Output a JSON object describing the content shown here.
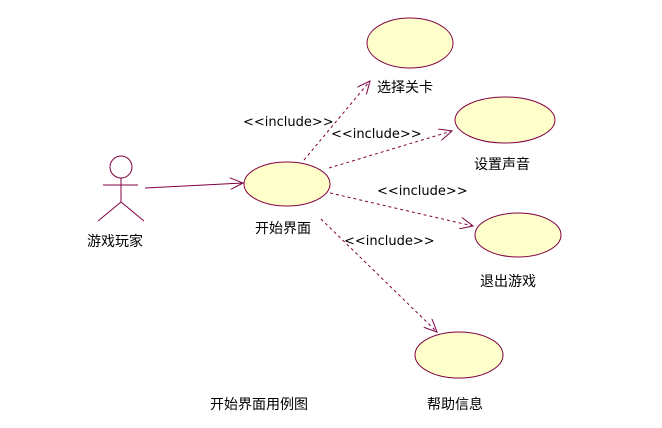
{
  "diagram": {
    "caption": "开始界面用例图",
    "actor": {
      "name": "游戏玩家"
    },
    "main_use_case": {
      "name": "开始界面"
    },
    "included_use_cases": [
      {
        "name": "选择关卡",
        "relation": "<<include>>"
      },
      {
        "name": "设置声音",
        "relation": "<<include>>"
      },
      {
        "name": "退出游戏",
        "relation": "<<include>>"
      },
      {
        "name": "帮助信息",
        "relation": "<<include>>"
      }
    ],
    "colors": {
      "line": "#800040",
      "fill": "#FFFFCC"
    }
  }
}
